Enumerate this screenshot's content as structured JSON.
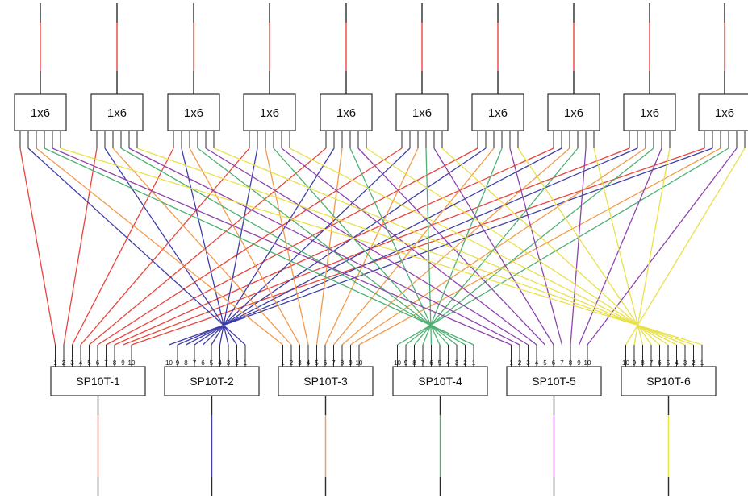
{
  "colors": {
    "outline": "#2b2b2b",
    "red": "#e8453c",
    "blue": "#3f3fa8",
    "orange": "#f39a4b",
    "green": "#4fb173",
    "purple": "#8e44ad",
    "yellow": "#e8e14a"
  },
  "splitters": [
    {
      "label": "1x6"
    },
    {
      "label": "1x6"
    },
    {
      "label": "1x6"
    },
    {
      "label": "1x6"
    },
    {
      "label": "1x6"
    },
    {
      "label": "1x6"
    },
    {
      "label": "1x6"
    },
    {
      "label": "1x6"
    },
    {
      "label": "1x6"
    },
    {
      "label": "1x6"
    }
  ],
  "splitter_outputs_per_unit": 6,
  "switches": [
    {
      "label": "SP10T-1",
      "port_order": "ascending",
      "output_color": "red"
    },
    {
      "label": "SP10T-2",
      "port_order": "descending",
      "output_color": "blue"
    },
    {
      "label": "SP10T-3",
      "port_order": "ascending",
      "output_color": "orange"
    },
    {
      "label": "SP10T-4",
      "port_order": "descending",
      "output_color": "green"
    },
    {
      "label": "SP10T-5",
      "port_order": "ascending",
      "output_color": "purple"
    },
    {
      "label": "SP10T-6",
      "port_order": "descending",
      "output_color": "yellow"
    }
  ],
  "port_labels_ascending": [
    "1",
    "2",
    "3",
    "4",
    "5",
    "6",
    "7",
    "8",
    "9",
    "10"
  ],
  "port_labels_descending": [
    "10",
    "9",
    "8",
    "7",
    "6",
    "5",
    "4",
    "3",
    "2",
    "1"
  ],
  "connection_color_order": [
    "red",
    "blue",
    "orange",
    "green",
    "purple",
    "yellow"
  ]
}
